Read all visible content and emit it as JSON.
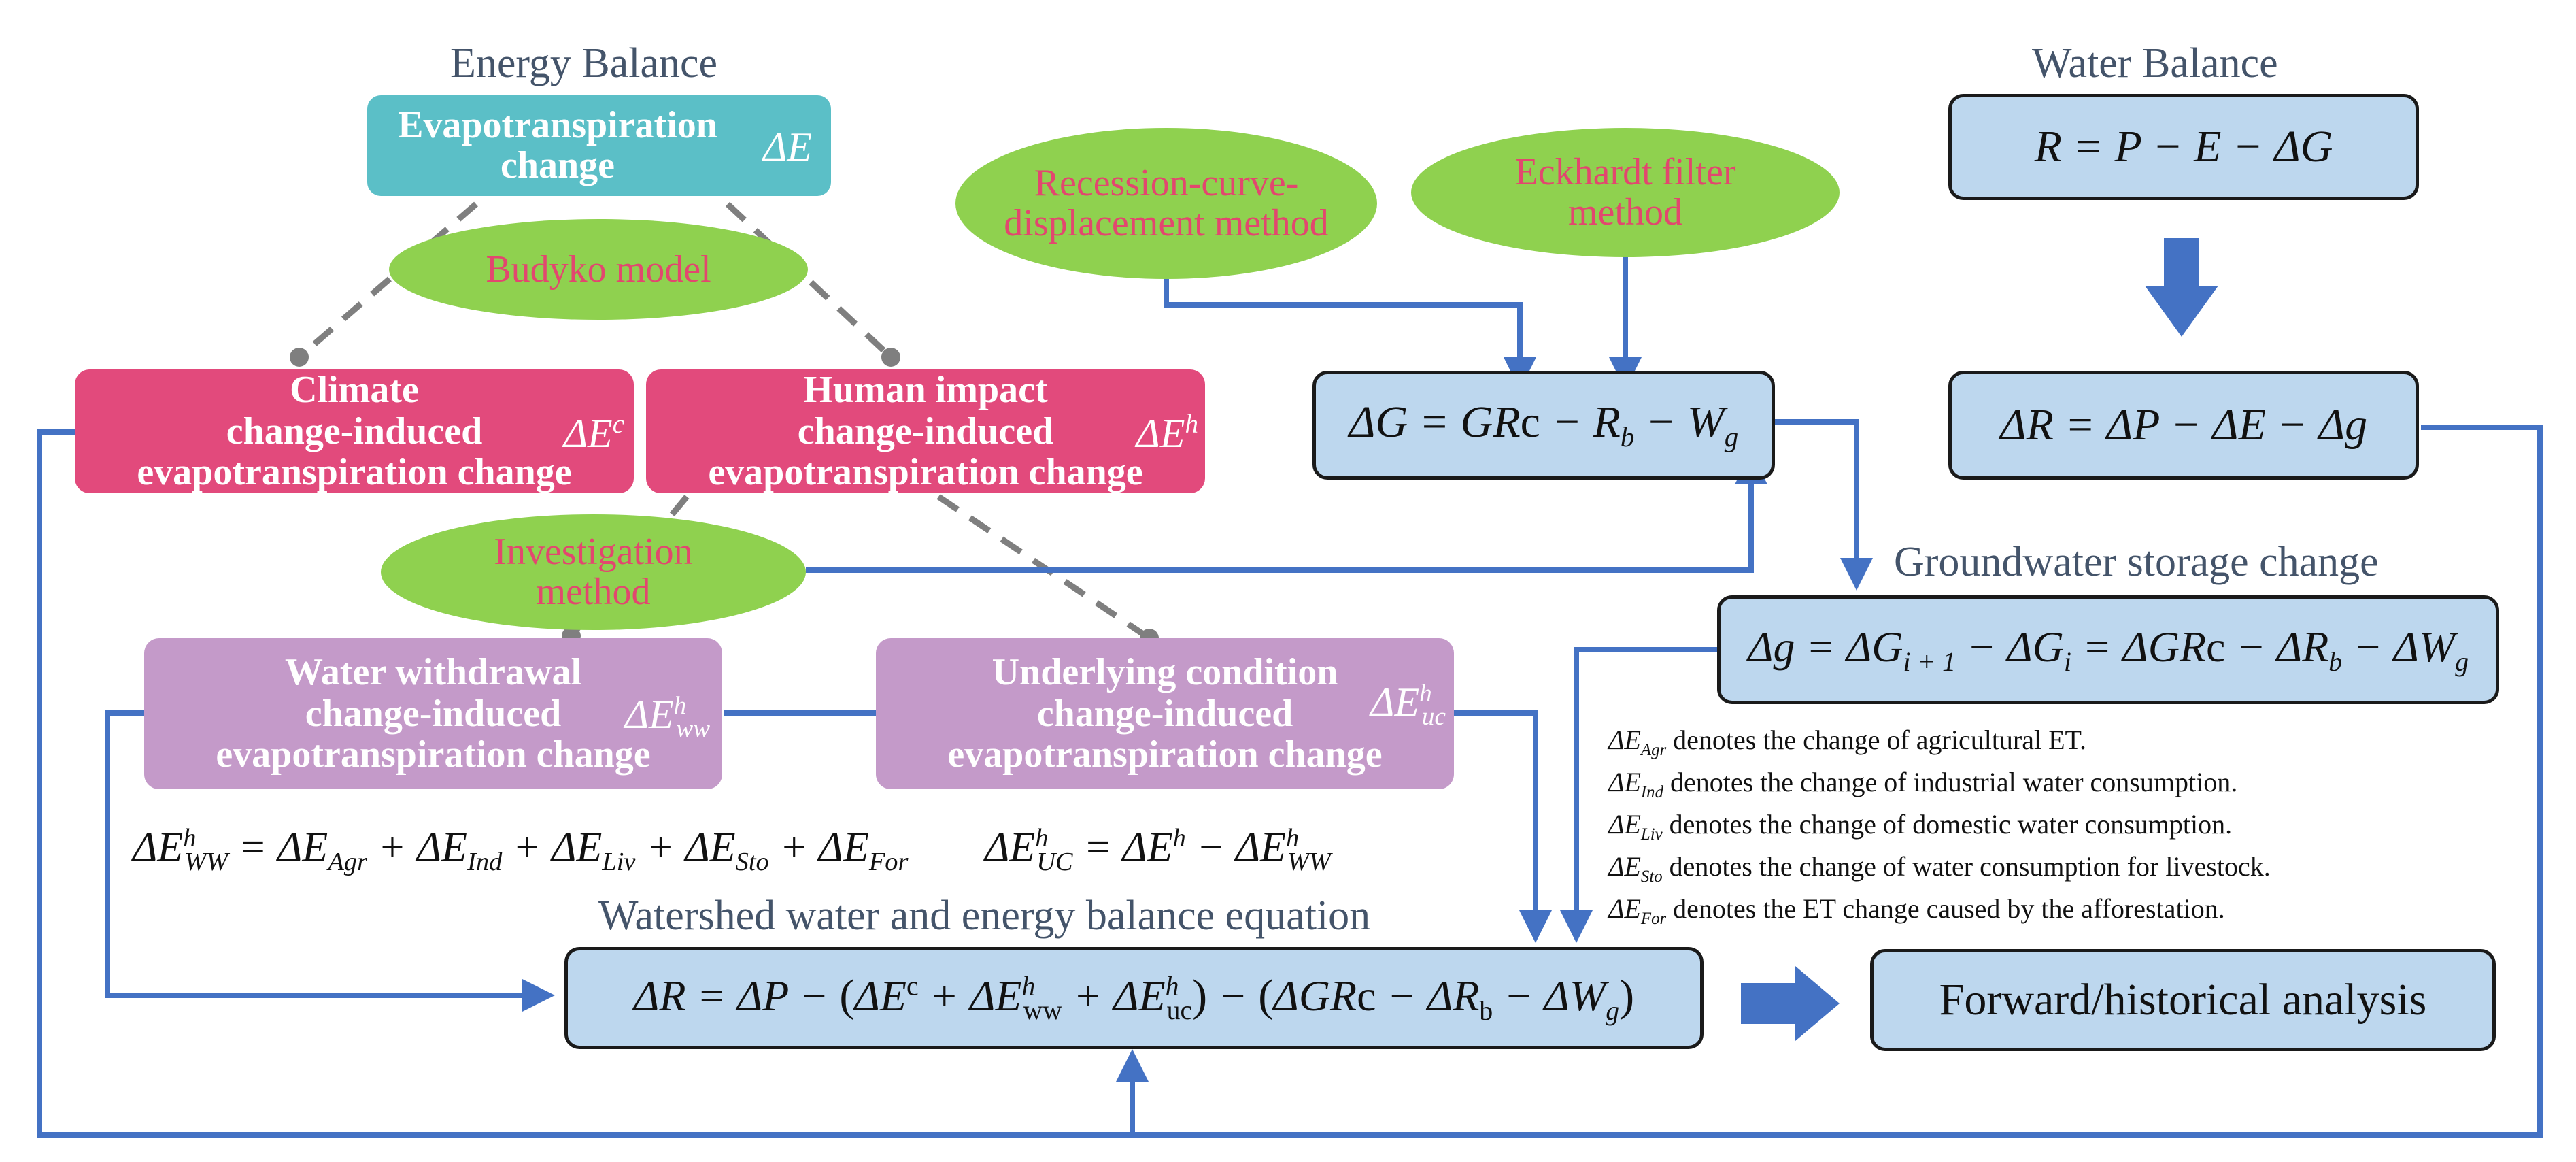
{
  "titles": {
    "energy_balance": "Energy Balance",
    "water_balance": "Water Balance",
    "groundwater": "Groundwater storage change",
    "watershed": "Watershed water and energy balance equation"
  },
  "boxes": {
    "evapo": {
      "label": "Evapotranspiration change",
      "symbol": "ΔE"
    },
    "climate": {
      "line1": "Climate",
      "line2": "change-induced",
      "line3": "evapotranspiration change",
      "symbol": "ΔE",
      "sup": "c"
    },
    "human": {
      "line1": "Human impact",
      "line2": "change-induced",
      "line3": "evapotranspiration change",
      "symbol": "ΔE",
      "sup": "h"
    },
    "withdrawal": {
      "line1": "Water withdrawal",
      "line2": "change-induced",
      "line3": "evapotranspiration change",
      "symbol": "ΔE",
      "sup": "h",
      "sub": "ww"
    },
    "underlying": {
      "line1": "Underlying condition",
      "line2": "change-induced",
      "line3": "evapotranspiration change",
      "symbol": "ΔE",
      "sup": "h",
      "sub": "uc"
    },
    "forward": {
      "label": "Forward/historical analysis"
    }
  },
  "ovals": {
    "budyko": "Budyko model",
    "recession": "Recession-curve-displacement method",
    "eckhardt": "Eckhardt filter method",
    "investigation": "Investigation method"
  },
  "notes": [
    {
      "sub": "Agr",
      "text": " denotes the change of agricultural ET."
    },
    {
      "sub": "Ind",
      "text": " denotes the change of industrial water consumption."
    },
    {
      "sub": "Liv",
      "text": " denotes the change of domestic water consumption."
    },
    {
      "sub": "Sto",
      "text": " denotes the change of water consumption for livestock."
    },
    {
      "sub": "For",
      "text": " denotes the ET change caused by the afforestation."
    }
  ],
  "colors": {
    "arrow_blue": "#4472c4",
    "dashed_gray": "#7f7f7f",
    "teal": "#5bbfc7",
    "pink": "#e24a7c",
    "purple": "#c49ac9",
    "green": "#8fd14f",
    "light_blue": "#bdd7ee"
  }
}
